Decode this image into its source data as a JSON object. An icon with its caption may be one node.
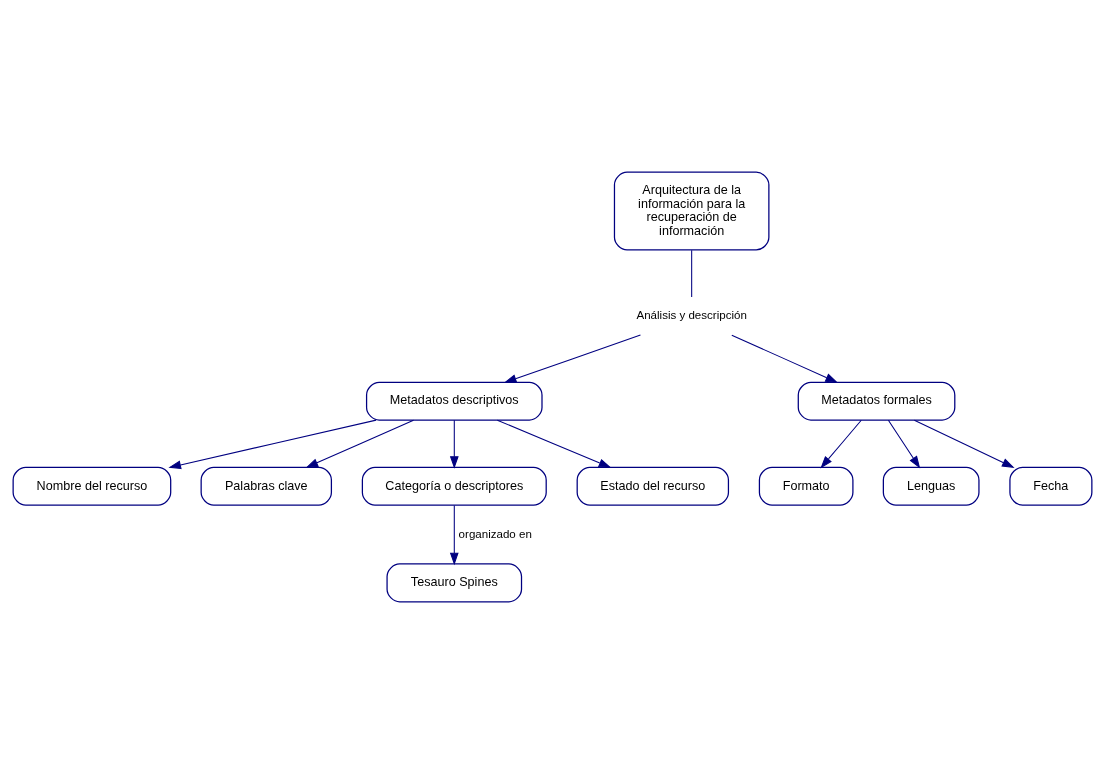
{
  "diagram": {
    "nodes": [
      {
        "text": [
          "Arquitectura de la información para la recuperación de información"
        ]
      },
      {
        "text": [
          "Análisis y descripción"
        ]
      },
      {
        "text": [
          "Metadatos descriptivos"
        ]
      },
      {
        "text": [
          "Metadatos formales"
        ]
      },
      {
        "text": [
          "Nombre del recurso"
        ]
      },
      {
        "text": [
          "Palabras clave"
        ]
      },
      {
        "text": [
          "Categoría o descriptores"
        ]
      },
      {
        "text": [
          "Estado del recurso"
        ]
      },
      {
        "text": [
          "Formato"
        ]
      },
      {
        "text": [
          "Lenguas"
        ]
      },
      {
        "text": [
          "Fecha"
        ]
      },
      {
        "text": [
          "Tesauro Spines"
        ]
      }
    ],
    "edges": [
      {
        "from": 0,
        "to": 1,
        "arrow": "none"
      },
      {
        "from": 1,
        "to": 2,
        "arrow": "to"
      },
      {
        "from": 1,
        "to": 3,
        "arrow": "to"
      },
      {
        "from": 2,
        "to": 4,
        "arrow": "to"
      },
      {
        "from": 2,
        "to": 5,
        "arrow": "to"
      },
      {
        "from": 2,
        "to": 6,
        "arrow": "to"
      },
      {
        "from": 2,
        "to": 7,
        "arrow": "to"
      },
      {
        "from": 3,
        "to": 8,
        "arrow": "to"
      },
      {
        "from": 3,
        "to": 9,
        "arrow": "to"
      },
      {
        "from": 3,
        "to": 10,
        "arrow": "to"
      },
      {
        "from": 6,
        "to": 11,
        "label": "organizado en",
        "arrow": "to"
      }
    ]
  }
}
